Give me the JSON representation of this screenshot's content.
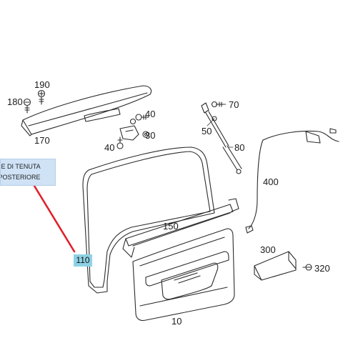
{
  "tooltip": {
    "line1": "NE DI TENUTA",
    "line2": "E POSTERIORE"
  },
  "highlighted_part": "110",
  "callouts": {
    "p190": "190",
    "p180": "180",
    "p170": "170",
    "p40a": "40",
    "p30": "30",
    "p40b": "40",
    "p70": "70",
    "p50": "50",
    "p80": "80",
    "p400": "400",
    "p150": "150",
    "p300": "300",
    "p320": "320",
    "p10": "10"
  },
  "colors": {
    "line": "#2b2b2b",
    "tooltip_bg": "#cfe2f6",
    "highlight_bg": "#8ed1e4",
    "leader": "#e0202a"
  }
}
